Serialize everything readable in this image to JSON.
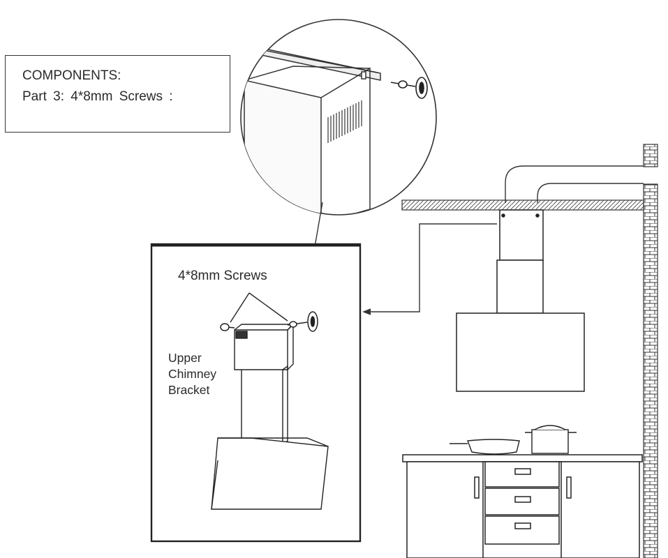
{
  "components_box": {
    "title": "COMPONENTS:",
    "part_line": "Part  3:  4*8mm  Screws  :"
  },
  "detail_labels": {
    "screws": "4*8mm   Screws",
    "bracket": "Upper\nChimney\nBracket"
  },
  "icons": [
    "screw-icon",
    "brick-wall-icon",
    "arrow-icon"
  ],
  "colors": {
    "line": "#222222",
    "background": "#ffffff"
  }
}
